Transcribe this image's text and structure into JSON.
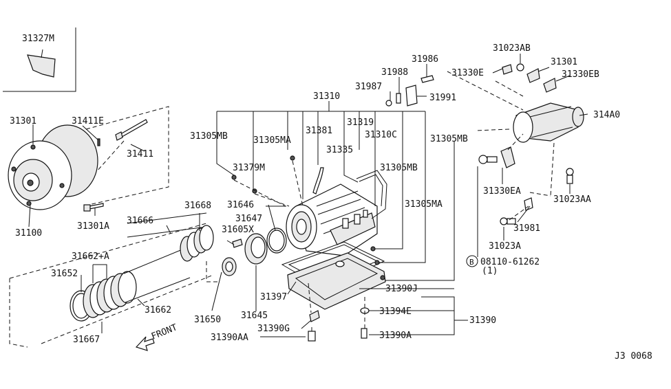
{
  "labels": {
    "p31327M": "31327M",
    "p31301_l": "31301",
    "p31411E": "31411E",
    "p31411": "31411",
    "p31100": "31100",
    "p31301A": "31301A",
    "p31310": "31310",
    "p31305MB_1": "31305MB",
    "p31305MA_1": "31305MA",
    "p31381": "31381",
    "p31319": "31319",
    "p31310C": "31310C",
    "p31305MB_2": "31305MB",
    "p31335": "31335",
    "p31379M": "31379M",
    "p31305MB_3": "31305MB",
    "p31305MA_2": "31305MA",
    "p31646": "31646",
    "p31647": "31647",
    "p31605X": "31605X",
    "p31668": "31668",
    "p31666": "31666",
    "p31662A": "31662+A",
    "p31652": "31652",
    "p31662": "31662",
    "p31667": "31667",
    "p31650": "31650",
    "p31645": "31645",
    "p31397": "31397",
    "p31390G": "31390G",
    "p31390AA": "31390AA",
    "p31390J": "31390J",
    "p31394E": "31394E",
    "p31390": "31390",
    "p31390A": "31390A",
    "p31986": "31986",
    "p31988": "31988",
    "p31987": "31987",
    "p31991": "31991",
    "p31023AB": "31023AB",
    "p31301_r": "31301",
    "p31330E": "31330E",
    "p31330EB": "31330EB",
    "p314A0": "314A0",
    "p31330EA": "31330EA",
    "p31023AA": "31023AA",
    "p31981": "31981",
    "p31023A": "31023A",
    "bolt_code": "08110-61262",
    "bolt_qty": "(1)",
    "circle_b": "B",
    "front": "FRONT",
    "ref": "J3  0068"
  }
}
